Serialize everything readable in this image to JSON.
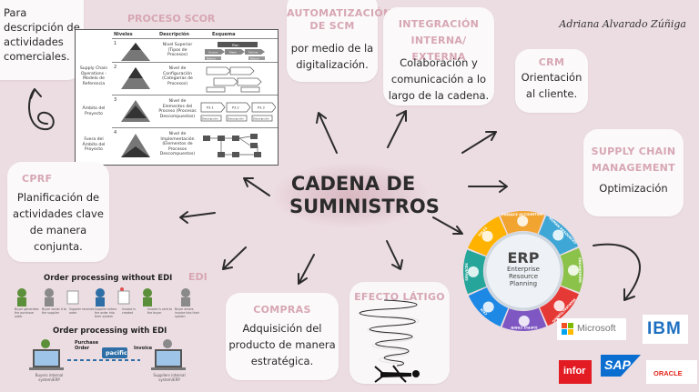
{
  "central_title": [
    "CADENA DE",
    "SUMINISTROS"
  ],
  "author": "Adriana Alvarado Zúñiga",
  "intro_card": {
    "text": [
      "Para",
      "descripción de",
      "actividades",
      "comerciales."
    ]
  },
  "proceso_scor": {
    "title": "PROCESO SCOR",
    "table_headers": [
      "Niveles",
      "Descripción",
      "Esquema"
    ],
    "left_labels": [
      "Supply Chain Operations - Modelo de Referencia",
      "Ámbito del Proyecto",
      "Fuera del Ámbito del Proyecto"
    ],
    "rows": [
      {
        "num": "1",
        "desc": "Nivel Superior (Tipos de Procesos)",
        "scheme": [
          "Plan",
          "Source",
          "Make",
          "Deliver",
          "Return",
          "Return"
        ]
      },
      {
        "num": "2",
        "desc": "Nivel de Configuración (Categorías de Procesos)"
      },
      {
        "num": "3",
        "desc": "Nivel de Elementos del Proceso (Procesos Descompuestos)",
        "scheme": [
          "P3.1",
          "P3.2",
          "P3.3",
          "Descripción",
          "Descripción",
          "Descripción"
        ]
      },
      {
        "num": "4",
        "desc": "Nivel de Implementación (Elementos de Procesos Descompuestos)"
      }
    ]
  },
  "automatizacion": {
    "title": [
      "AUTOMATIZACIÓN",
      "DE SCM"
    ],
    "text": [
      "por medio de la",
      "digitalización."
    ]
  },
  "integracion": {
    "title": [
      "INTEGRACIÓN",
      "INTERNA/ EXTERNA"
    ],
    "text": [
      "Colaboración y",
      "comunicación a lo",
      "largo de la cadena."
    ]
  },
  "crm": {
    "title": "CRM",
    "text": [
      "Orientación",
      "al cliente."
    ]
  },
  "supply_chain": {
    "title": [
      "SUPPLY CHAIN",
      "MANAGEMENT"
    ],
    "text": "Optimización"
  },
  "cprf": {
    "title": "CPRF",
    "text": [
      "Planificación de",
      "actividades clave",
      "de manera",
      "conjunta."
    ]
  },
  "edi": {
    "title": "EDI",
    "without_title": "Order processing without EDI",
    "with_title": "Order processing with EDI",
    "purchase_order": [
      "Purchase",
      "Order"
    ],
    "invoice": "Invoice",
    "pacific": "pacific",
    "buyer_label": [
      "Buyers internal",
      "system/ERP"
    ],
    "supplier_label": [
      "Suppliers internal",
      "system/ERP"
    ],
    "steps": [
      "Buyer generates the purchase order",
      "Buyer sends it to the supplier",
      "Supplier receives order",
      "Supplier enters the order into their system",
      "Invoice is created",
      "Invoice is sent to the buyer",
      "Buyer enters invoice into their system"
    ]
  },
  "compras": {
    "title": "COMPRAS",
    "text": [
      "Adquisición del",
      "producto de manera",
      "estratégica."
    ]
  },
  "efecto": {
    "title": "EFECTO LÁTIGO"
  },
  "erp": {
    "center": [
      "ERP",
      "Enterprise",
      "Resource",
      "Planning"
    ],
    "segments": [
      "FINANCE ACCOUNTING",
      "HUMAN RESOURCES",
      "ENGINEERING",
      "MANUFACTURING",
      "SUPPLY CHAIN",
      "CRM",
      "SERVICES",
      "SALES"
    ],
    "colors": [
      "#f2a431",
      "#3fa7d6",
      "#8bc34a",
      "#e53935",
      "#7e57c2",
      "#1e88e5",
      "#26a69a",
      "#ffb300"
    ]
  },
  "logos": {
    "microsoft": "Microsoft",
    "ibm": "IBM",
    "infor": "infor",
    "sap": "SAP",
    "oracle": "ORACLE"
  }
}
